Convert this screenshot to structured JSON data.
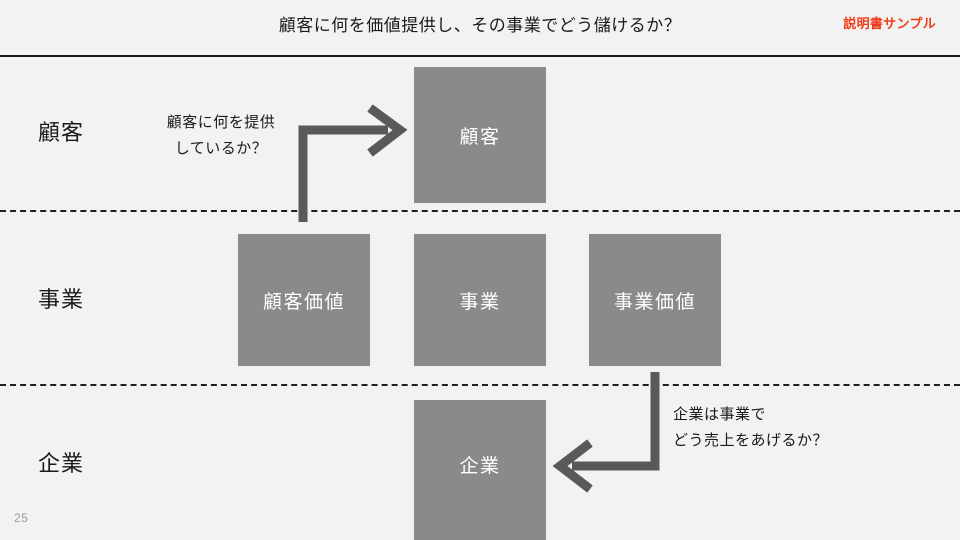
{
  "slide": {
    "page_number": "25",
    "background_color": "#f2f2f2",
    "box_fill_color": "#8a8a8a",
    "accent_color": "#f03c18",
    "arrow_color": "#595959"
  },
  "header": {
    "title": "顧客に何を価値提供し、その事業でどう儲けるか？",
    "badge": "説明書サンプル"
  },
  "rows": [
    {
      "label": "顧客"
    },
    {
      "label": "事業"
    },
    {
      "label": "企業"
    }
  ],
  "boxes": [
    {
      "label": "顧客"
    },
    {
      "label": "顧客価値"
    },
    {
      "label": "事業"
    },
    {
      "label": "事業価値"
    },
    {
      "label": "企業"
    }
  ],
  "annotations": [
    {
      "line1": "顧客に何を提供",
      "line2": "しているか？"
    },
    {
      "line1": "企業は事業で",
      "line2": "どう売上をあげるか？"
    }
  ]
}
